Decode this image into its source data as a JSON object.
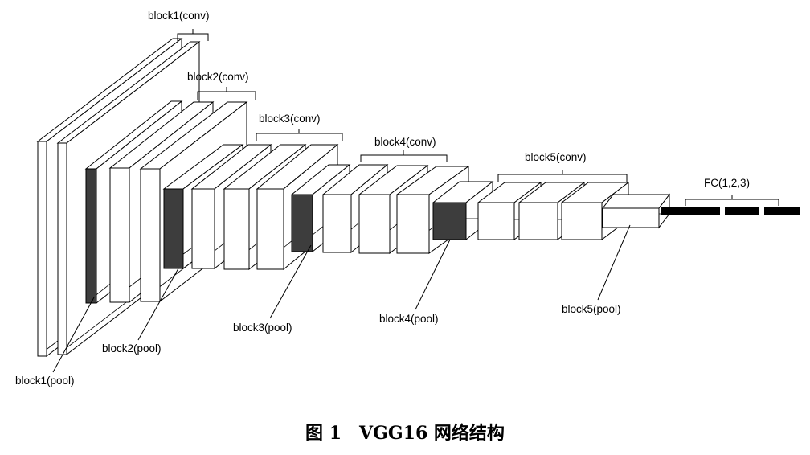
{
  "labels": {
    "block1_conv": "block1(conv)",
    "block2_conv": "block2(conv)",
    "block3_conv": "block3(conv)",
    "block4_conv": "block4(conv)",
    "block5_conv": "block5(conv)",
    "fc": "FC(1,2,3)",
    "block1_pool": "block1(pool)",
    "block2_pool": "block2(pool)",
    "block3_pool": "block3(pool)",
    "block4_pool": "block4(pool)",
    "block5_pool": "block5(pool)"
  },
  "caption": "图 1　VGG16 网络结构",
  "colors": {
    "pool_fill": "#3d3d3d",
    "conv_fill": "#ffffff",
    "stroke": "#000000"
  }
}
